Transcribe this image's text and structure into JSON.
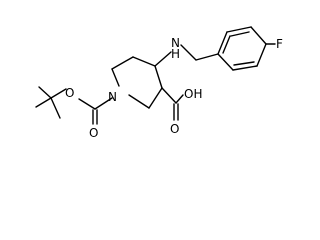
{
  "diagram": {
    "type": "chemical-structure",
    "atom_labels": {
      "amine_n": "N",
      "amine_h": "H",
      "fluorine": "F",
      "acid_oh": "OH",
      "ring_n": "N",
      "carbonyl_o_acid": "O",
      "carbonyl_o_boc": "O",
      "ester_o": "O"
    },
    "colors": {
      "bond": "#000000",
      "label": "#000000",
      "background": "#ffffff"
    }
  }
}
